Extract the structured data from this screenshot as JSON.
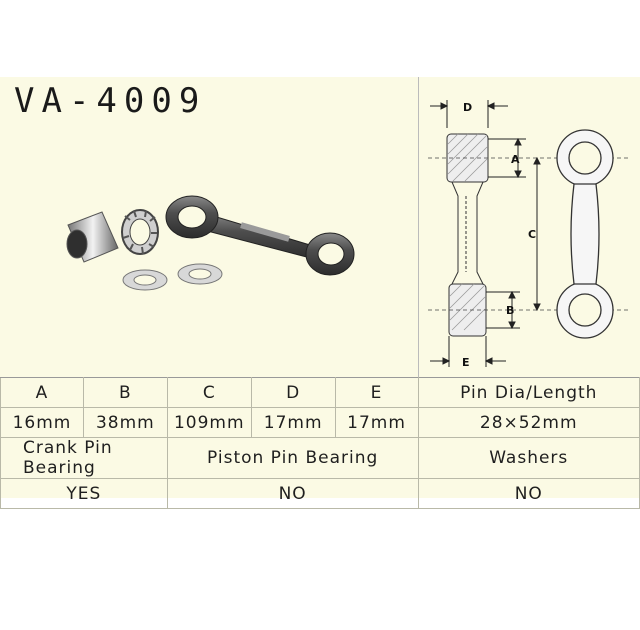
{
  "part_number": "VA-4009",
  "dimension_labels": {
    "A": "A",
    "B": "B",
    "C": "C",
    "D": "D",
    "E": "E"
  },
  "specs": {
    "headers": [
      "A",
      "B",
      "C",
      "D",
      "E",
      "Pin Dia/Length"
    ],
    "values": [
      "16mm",
      "38mm",
      "109mm",
      "17mm",
      "17mm",
      "28×52mm"
    ]
  },
  "components": {
    "headers": [
      "Crank Pin Bearing",
      "Piston Pin Bearing",
      "Washers"
    ],
    "values": [
      "YES",
      "NO",
      "NO"
    ]
  }
}
